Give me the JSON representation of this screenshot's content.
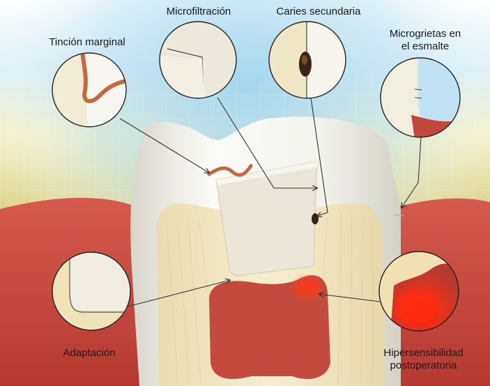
{
  "labels": {
    "tincion": "Tinción marginal",
    "microfiltracion": "Microfiltración",
    "caries": "Caries secundaria",
    "microgrietas_1": "Microgrietas en",
    "microgrietas_2": "el esmalte",
    "adaptacion": "Adaptación",
    "hipersensibilidad_1": "Hipersensibilidad",
    "hipersensibilidad_2": "postoperatoria"
  },
  "colors": {
    "sky": "#bfe3f2",
    "pale_yellow": "#f4efc4",
    "olive": "#8a8a2a",
    "gum": "#c2483d",
    "pulp": "#c54a3e",
    "dentin": "#f1e7c2",
    "enamel": "#f6f6f2",
    "restoration": "#ece6da",
    "stain": "#c46a3e",
    "inflammation": "#ff2a10"
  }
}
